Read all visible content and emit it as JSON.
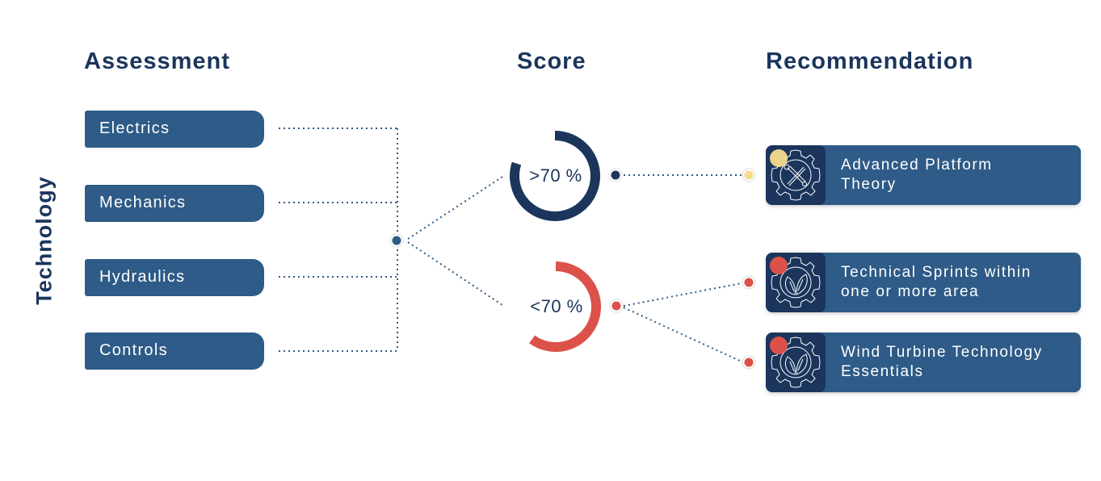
{
  "headings": {
    "assessment": "Assessment",
    "score": "Score",
    "recommendation": "Recommendation"
  },
  "category": "Technology",
  "assessments": [
    {
      "label": "Electrics"
    },
    {
      "label": "Mechanics"
    },
    {
      "label": "Hydraulics"
    },
    {
      "label": "Controls"
    }
  ],
  "scores": [
    {
      "label": ">70 %",
      "color": "#1b355c",
      "ring_fraction": 0.8
    },
    {
      "label": "<70 %",
      "color": "#dc514a",
      "ring_fraction": 0.6
    }
  ],
  "recommendations": [
    {
      "line1": "Advanced Platform",
      "line2": "Theory",
      "icon": "wrench-screwdriver-gear-icon",
      "badge_color": "#f6dd8c"
    },
    {
      "line1": "Technical Sprints within",
      "line2": "one or more area",
      "icon": "leaf-gear-icon",
      "badge_color": "#dc514a"
    },
    {
      "line1": "Wind Turbine Technology",
      "line2": "Essentials",
      "icon": "leaf-gear-icon",
      "badge_color": "#dc514a"
    }
  ],
  "colors": {
    "navy": "#1b355c",
    "blue": "#2e5b87",
    "red": "#dc514a",
    "yellow": "#f6dd8c"
  }
}
